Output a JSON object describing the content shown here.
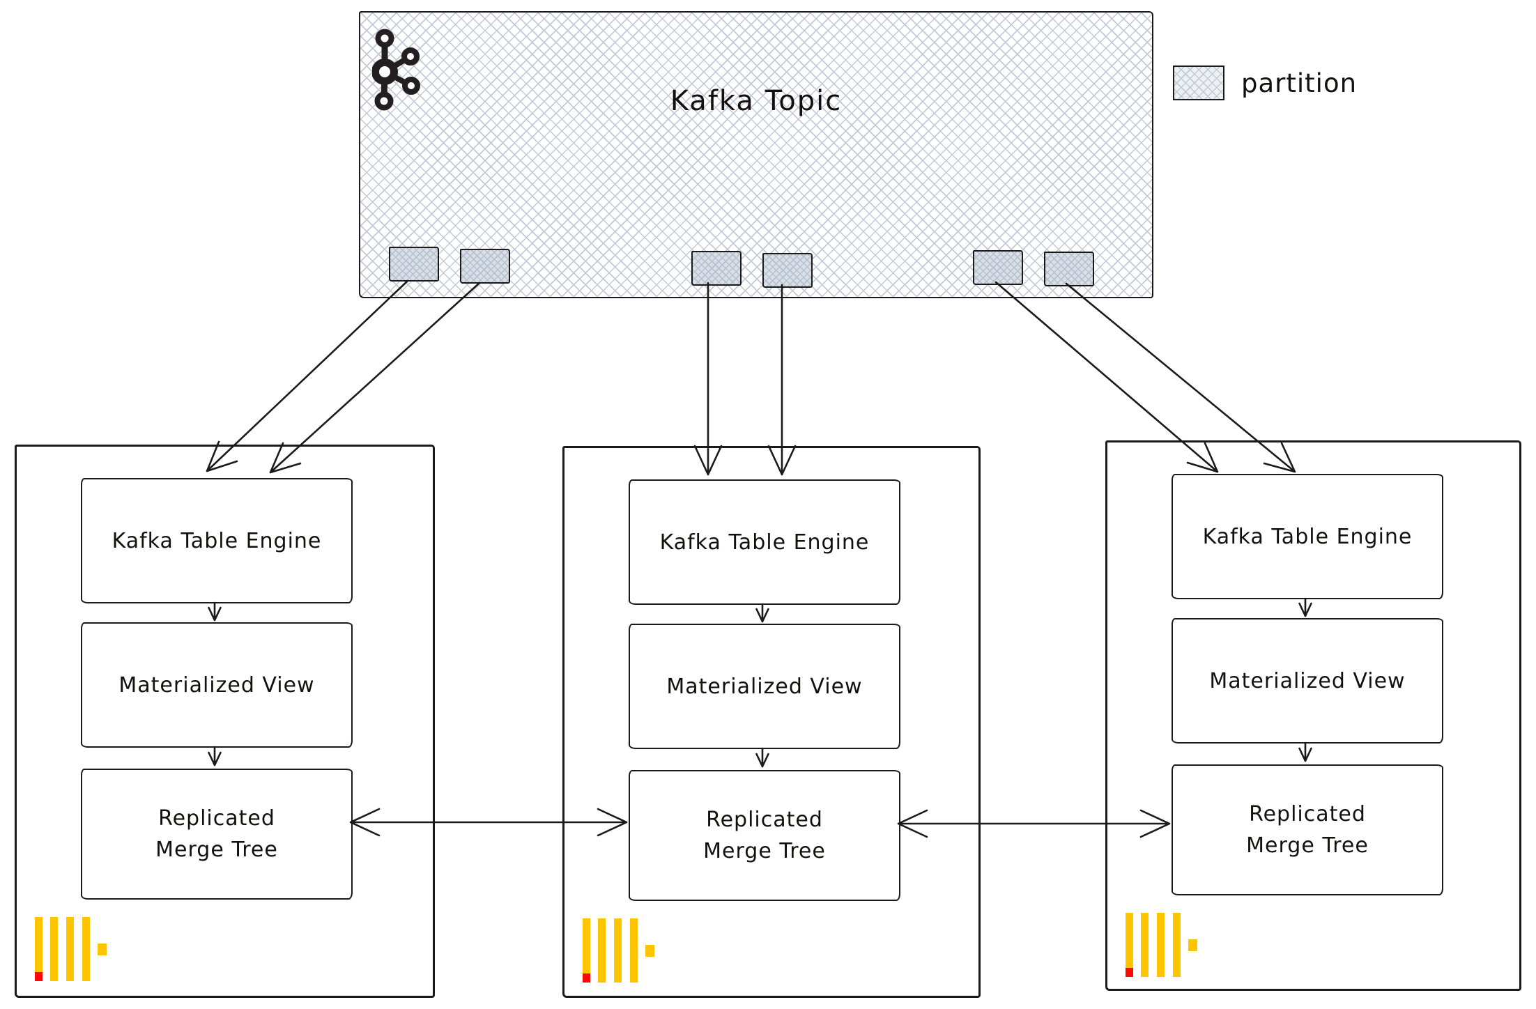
{
  "kafka": {
    "title": "Kafka Topic",
    "partition_count": 6
  },
  "legend": {
    "label": "partition"
  },
  "nodes": [
    {
      "engine": "Kafka Table Engine",
      "view": "Materialized View",
      "merge_line1": "Replicated",
      "merge_line2": "Merge Tree"
    },
    {
      "engine": "Kafka Table Engine",
      "view": "Materialized View",
      "merge_line1": "Replicated",
      "merge_line2": "Merge Tree"
    },
    {
      "engine": "Kafka Table Engine",
      "view": "Materialized View",
      "merge_line1": "Replicated",
      "merge_line2": "Merge Tree"
    }
  ],
  "colors": {
    "stroke": "#1a1a1a",
    "hatch_line": "#c2cad6",
    "partition_fill": "#d9dfe7",
    "clickhouse_yellow": "#ffc400",
    "clickhouse_red": "#fb0807",
    "kafka_logo": "#231f20",
    "background": "#ffffff"
  }
}
